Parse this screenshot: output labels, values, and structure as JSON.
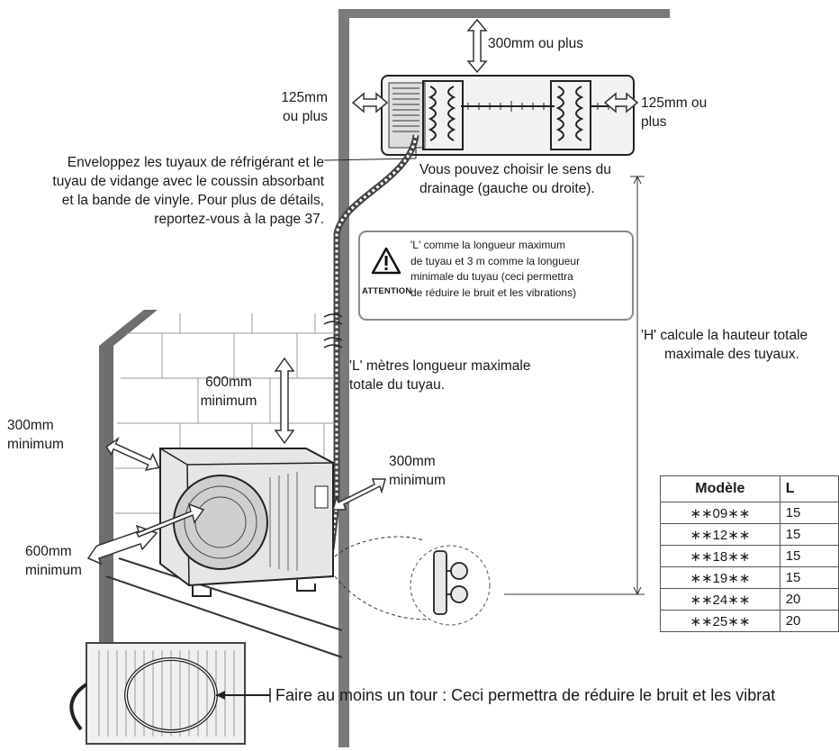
{
  "labels": {
    "top_clearance": "300mm ou plus",
    "left_clearance": [
      "125mm",
      "ou plus"
    ],
    "right_clearance": [
      "125mm ou",
      "plus"
    ],
    "wrap_pipes": [
      "Enveloppez les tuyaux de réfrigérant et le",
      "tuyau de vidange avec le coussin absorbant",
      "et la bande de vinyle. Pour plus de détails,",
      "reportez-vous à la page 37."
    ],
    "drain_direction": [
      "Vous pouvez choisir le sens du",
      "drainage (gauche ou droite)."
    ],
    "height_note": [
      "'H' calcule la hauteur totale",
      "maximale des tuyaux."
    ],
    "length_note": [
      "'L' mètres longueur maximale",
      "totale du tuyau."
    ],
    "outdoor_top": [
      "600mm",
      "minimum"
    ],
    "outdoor_left_top": [
      "300mm",
      "minimum"
    ],
    "outdoor_right": [
      "300mm",
      "minimum"
    ],
    "outdoor_left_bottom": [
      "600mm",
      "minimum"
    ],
    "loop_note": "Faire au moins un tour : Ceci permettra de réduire le bruit et les vibrat"
  },
  "attention": {
    "word": "ATTENTION",
    "lines": [
      "'L' comme la longueur maximum",
      "de tuyau et 3 m comme la longueur",
      "minimale du tuyau (ceci permettra",
      "de réduire le bruit et les vibrations)"
    ]
  },
  "table": {
    "headers": [
      "Modèle",
      "L"
    ],
    "rows": [
      [
        "∗∗09∗∗",
        "15"
      ],
      [
        "∗∗12∗∗",
        "15"
      ],
      [
        "∗∗18∗∗",
        "15"
      ],
      [
        "∗∗19∗∗",
        "15"
      ],
      [
        "∗∗24∗∗",
        "20"
      ],
      [
        "∗∗25∗∗",
        "20"
      ]
    ]
  }
}
